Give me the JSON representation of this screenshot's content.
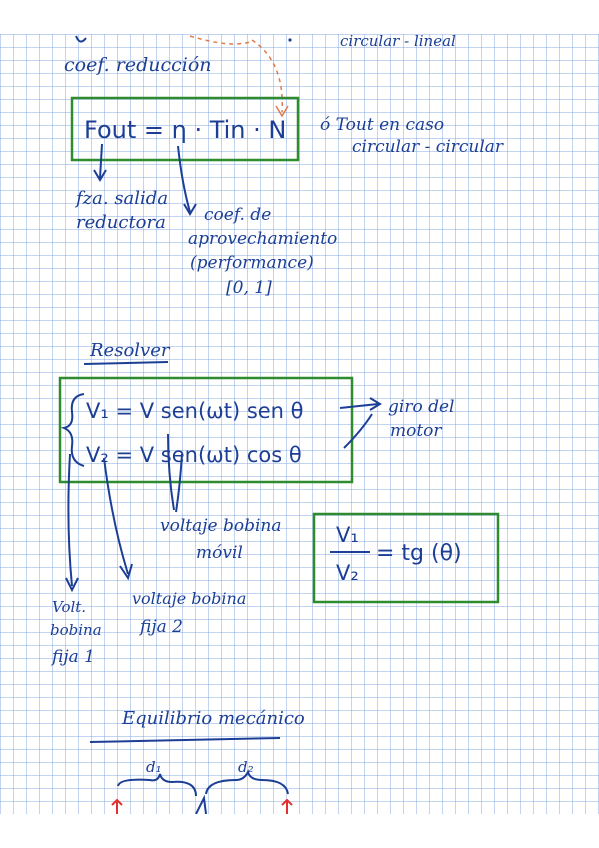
{
  "page": {
    "colors": {
      "ink": "#1c3f95",
      "box": "#2e8b2e",
      "dashed": "#e07a4a",
      "marker": "#e03030",
      "grid": "#9ab8e6"
    }
  },
  "notes": {
    "top_fragment": "circular - lineal",
    "coef_reduccion": "coef. reducción",
    "formula_fout": "Fout = η · Tin · N",
    "o_tout_line1": "ó Tout en caso",
    "o_tout_line2": "circular - circular",
    "fza_salida_line1": "fza. salida",
    "fza_salida_line2": "reductora",
    "coef_aprov_line1": "coef. de",
    "coef_aprov_line2": "aprovechamiento",
    "coef_aprov_line3": "(performance)",
    "coef_aprov_line4": "[0, 1]",
    "resolver": "Resolver",
    "v1_equation": "V₁ = V sen(ωt) sen θ",
    "v2_equation": "V₂ = V sen(ωt) cos θ",
    "giro_line1": "giro del",
    "giro_line2": "motor",
    "voltaje_movil_line1": "voltaje bobina",
    "voltaje_movil_line2": "móvil",
    "ratio_num": "V₁",
    "ratio_den": "V₂",
    "ratio_rhs": "= tg (θ)",
    "volt_fija1_line1": "Volt.",
    "volt_fija1_line2": "bobina",
    "volt_fija1_line3": "fija 1",
    "voltaje_fija2_line1": "voltaje bobina",
    "voltaje_fija2_line2": "fija 2",
    "equilibrio": "Equilibrio mecánico",
    "d1": "d₁",
    "d2": "d₂"
  }
}
